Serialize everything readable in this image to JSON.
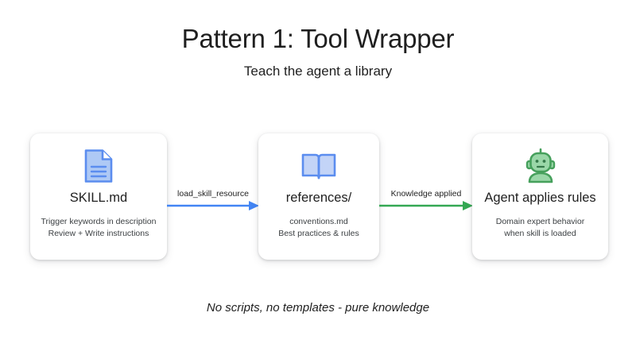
{
  "header": {
    "title": "Pattern 1: Tool Wrapper",
    "subtitle": "Teach the agent a library"
  },
  "colors": {
    "blue": "#4285f4",
    "blue_icon_stroke": "#5b8def",
    "blue_icon_fill": "#aec9f5",
    "green": "#34a853",
    "green_icon_stroke": "#46a05c",
    "green_icon_fill": "#9ad7a8",
    "text": "#1f1f1f",
    "card_bg": "#ffffff",
    "page_bg": "#ffffff"
  },
  "nodes": [
    {
      "id": "skill-md",
      "icon": "document-icon",
      "title": "SKILL.md",
      "desc_lines": [
        "Trigger keywords in description",
        "Review + Write instructions"
      ]
    },
    {
      "id": "references",
      "icon": "open-book-icon",
      "title": "references/",
      "desc_lines": [
        "conventions.md",
        "Best practices & rules"
      ]
    },
    {
      "id": "agent-applies-rules",
      "icon": "robot-icon",
      "title": "Agent applies rules",
      "desc_lines": [
        "Domain expert behavior",
        "when skill is loaded"
      ]
    }
  ],
  "arrows": [
    {
      "id": "arrow-load-skill-resource",
      "label": "load_skill_resource",
      "color": "#4285f4"
    },
    {
      "id": "arrow-knowledge-applied",
      "label": "Knowledge applied",
      "color": "#34a853"
    }
  ],
  "caption": "No scripts, no templates - pure knowledge"
}
